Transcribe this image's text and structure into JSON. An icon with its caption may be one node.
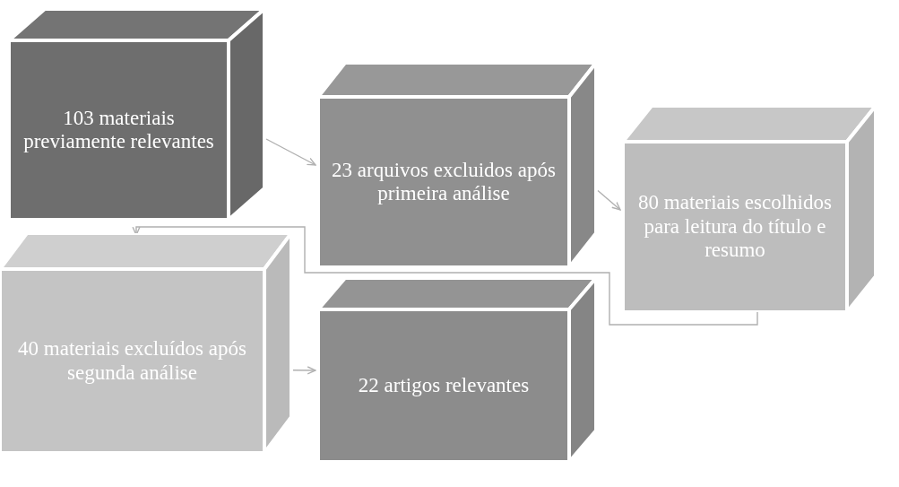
{
  "diagram": {
    "nodes": [
      {
        "text": [
          "103 materiais previamente relevantes"
        ]
      },
      {
        "text": [
          "23 arquivos excluidos após primeira análise"
        ]
      },
      {
        "text": [
          "80 materiais escolhidos para leitura do título e resumo"
        ]
      },
      {
        "text": [
          "40 materiais excluídos após segunda análise"
        ]
      },
      {
        "text": [
          "22 artigos relevantes"
        ]
      }
    ],
    "edges": [
      {
        "from": 0,
        "to": 1,
        "arrow": "to"
      },
      {
        "from": 1,
        "to": 2,
        "arrow": "to"
      },
      {
        "from": 2,
        "to": 3,
        "arrow": "to"
      },
      {
        "from": 3,
        "to": 4,
        "arrow": "to"
      }
    ]
  }
}
